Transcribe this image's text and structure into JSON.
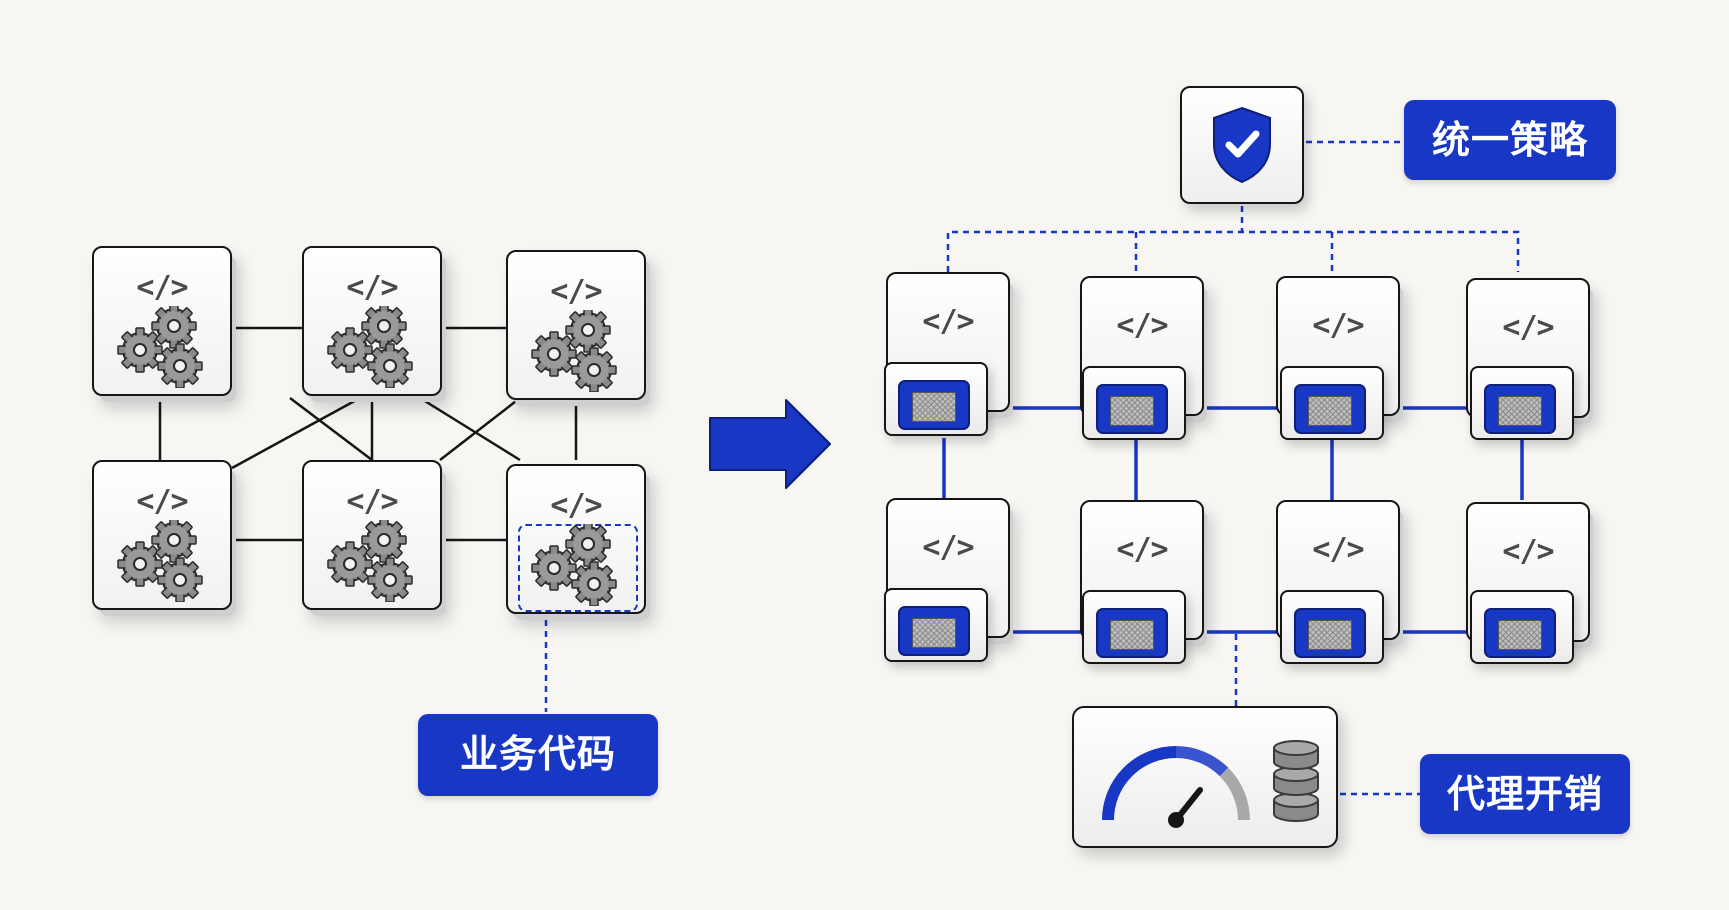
{
  "tile_code_symbol": "</>",
  "labels": {
    "business_code": "业务代码",
    "unified_policy": "统一策略",
    "proxy_overhead": "代理开销"
  },
  "icons": {
    "service_code": "code-brackets-icon",
    "service_logic": "gears-icon",
    "sidecar": "proxy-chip-icon",
    "policy": "shield-check-icon",
    "overhead": "speedometer-icon",
    "storage": "database-stack-icon",
    "transition": "arrow-right-icon"
  },
  "colors": {
    "accent": "#1737c4",
    "outline": "#161616",
    "gear": "#8a8a8a",
    "background": "#f7f6f3"
  }
}
